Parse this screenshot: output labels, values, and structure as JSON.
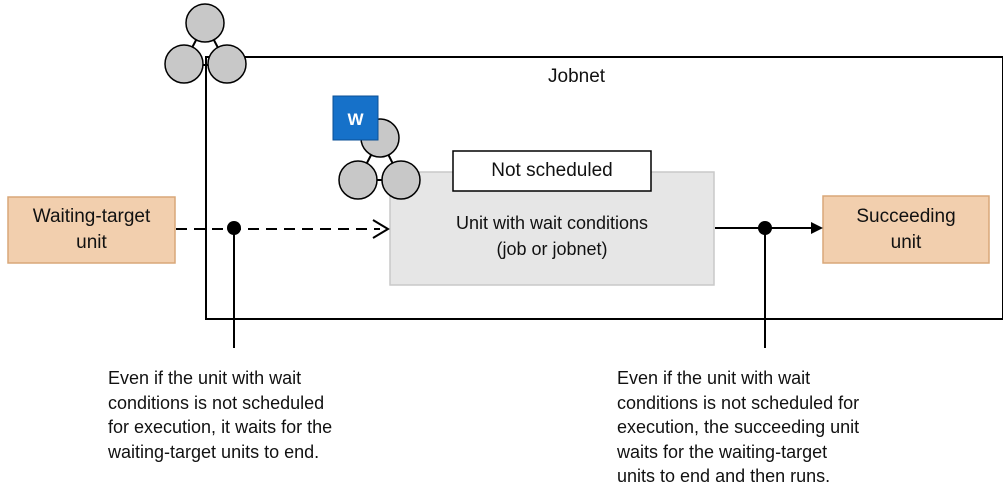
{
  "diagram": {
    "jobnet_label": "Jobnet",
    "waiting_target_label": "Waiting-target\nunit",
    "unit_label": "Unit with wait conditions\n(job or jobnet)",
    "not_scheduled_label": "Not scheduled",
    "succeeding_label": "Succeeding\nunit",
    "wait_badge": "W",
    "note_left": "Even if the unit with wait\nconditions is not scheduled\nfor execution, it waits for the\nwaiting-target units to end.",
    "note_right": "Even if the unit with wait\nconditions is not scheduled for\nexecution, the succeeding unit\nwaits for the waiting-target\nunits to end and then runs."
  },
  "colors": {
    "orange_box_fill": "#f2cfae",
    "orange_box_stroke": "#d9a778",
    "unit_box_fill": "#e6e6e6",
    "unit_box_stroke": "#c9c9c9",
    "jobnet_icon_fill": "#c8c8c8",
    "wait_badge_fill": "#1671c9"
  }
}
